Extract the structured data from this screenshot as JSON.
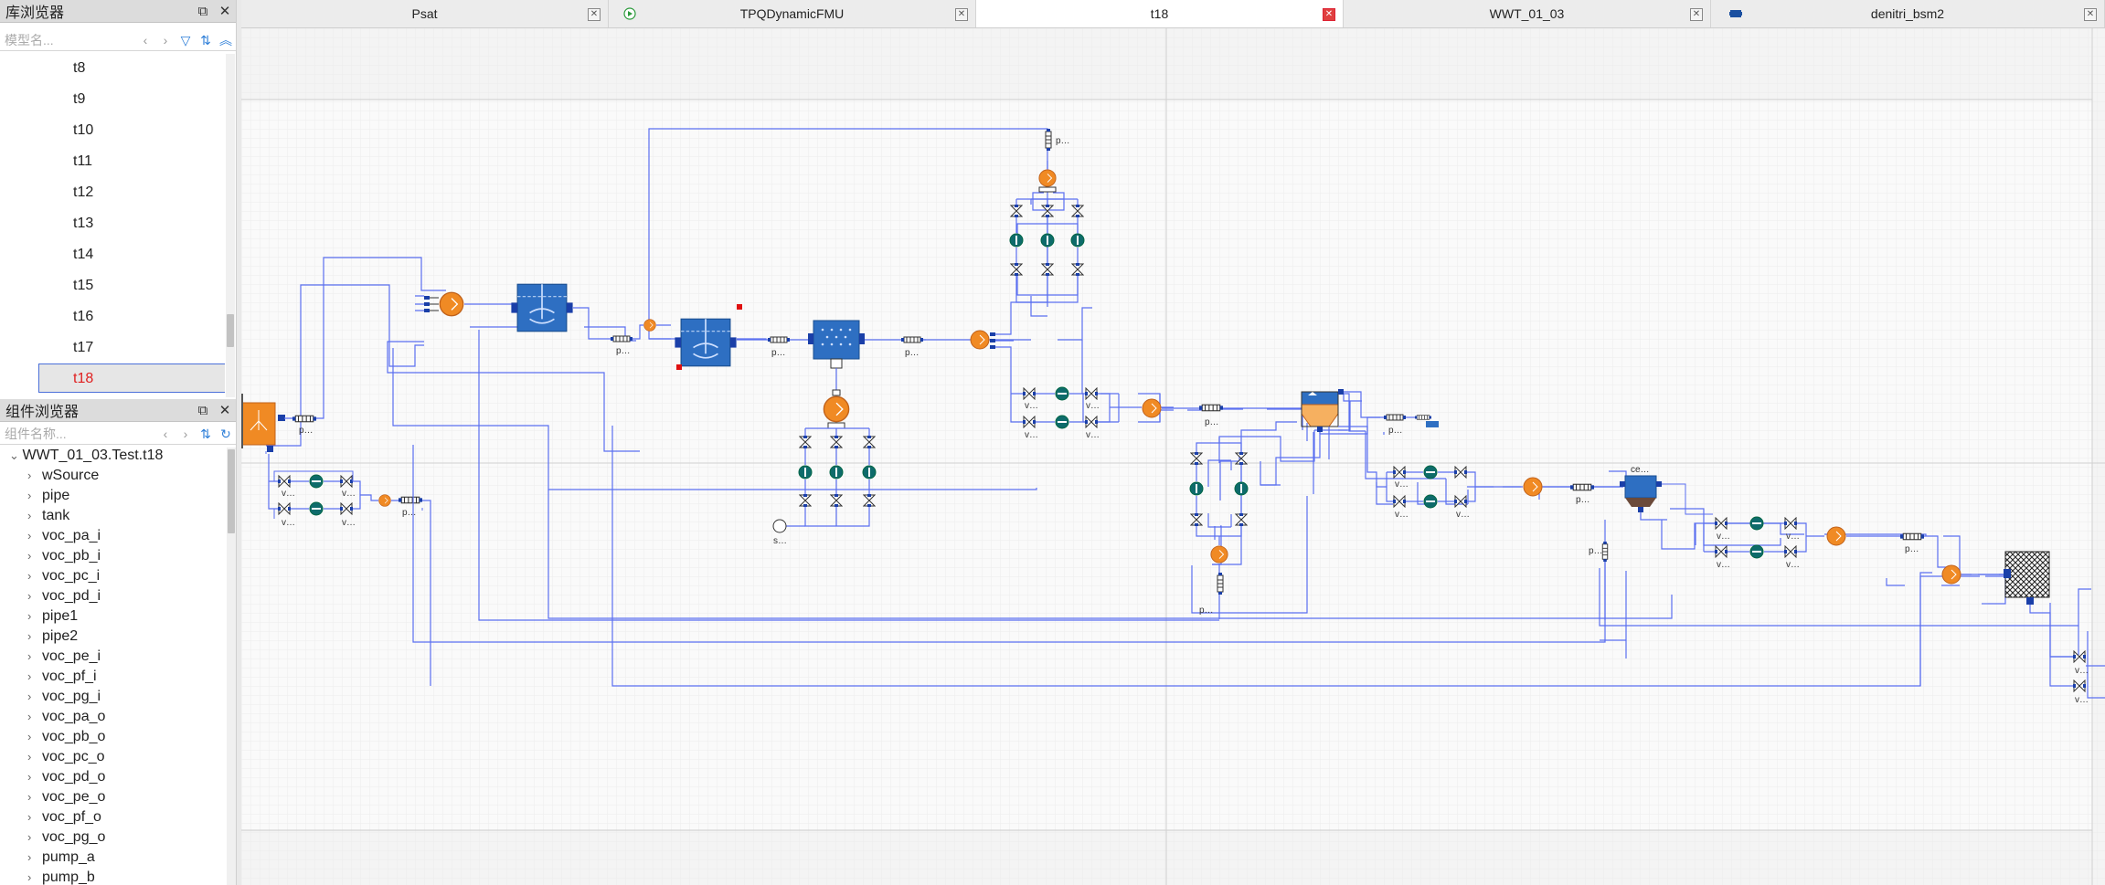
{
  "library_browser": {
    "title": "库浏览器",
    "search_placeholder": "模型名...",
    "items": [
      "t8",
      "t9",
      "t10",
      "t11",
      "t12",
      "t13",
      "t14",
      "t15",
      "t16",
      "t17",
      "t18"
    ],
    "selected": "t18"
  },
  "component_browser": {
    "title": "组件浏览器",
    "search_placeholder": "组件名称...",
    "root": "WWT_01_03.Test.t18",
    "items": [
      "wSource",
      "pipe",
      "tank",
      "voc_pa_i",
      "voc_pb_i",
      "voc_pc_i",
      "voc_pd_i",
      "pipe1",
      "pipe2",
      "voc_pe_i",
      "voc_pf_i",
      "voc_pg_i",
      "voc_pa_o",
      "voc_pb_o",
      "voc_pc_o",
      "voc_pd_o",
      "voc_pe_o",
      "voc_pf_o",
      "voc_pg_o",
      "pump_a",
      "pump_b"
    ]
  },
  "tabs": [
    {
      "label": "Psat",
      "active": false,
      "icon": ""
    },
    {
      "label": "TPQDynamicFMU",
      "active": false,
      "icon": "play-icon"
    },
    {
      "label": "t18",
      "active": true,
      "icon": ""
    },
    {
      "label": "WWT_01_03",
      "active": false,
      "icon": ""
    },
    {
      "label": "denitri_bsm2",
      "active": false,
      "icon": "block-icon"
    }
  ],
  "diagram": {
    "labels": {
      "p": "p…",
      "v": "v…",
      "s": "s…",
      "ce": "ce…"
    }
  },
  "colors": {
    "accent_selected": "#e02020",
    "pipe": "#5a6ff0",
    "pump": "#f08a24",
    "tank": "#2e6fc2",
    "valve": "#0e6b6b"
  }
}
